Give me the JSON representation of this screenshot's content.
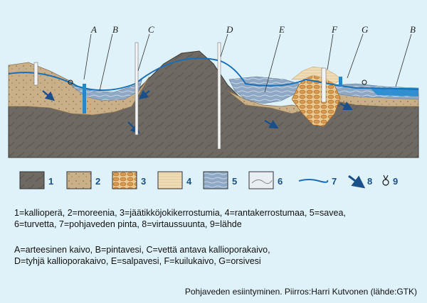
{
  "labels": {
    "wells": [
      {
        "letter": "A"
      },
      {
        "letter": "B"
      },
      {
        "letter": "C"
      },
      {
        "letter": "D"
      },
      {
        "letter": "E"
      },
      {
        "letter": "F"
      },
      {
        "letter": "G"
      },
      {
        "letter": "B"
      }
    ]
  },
  "legend": [
    {
      "num": "1",
      "name": "bedrock"
    },
    {
      "num": "2",
      "name": "moraine"
    },
    {
      "num": "3",
      "name": "glaciofluvial"
    },
    {
      "num": "4",
      "name": "shore-deposit"
    },
    {
      "num": "5",
      "name": "clay"
    },
    {
      "num": "6",
      "name": "peat"
    },
    {
      "num": "7",
      "name": "water-table"
    },
    {
      "num": "8",
      "name": "flow-direction"
    },
    {
      "num": "9",
      "name": "spring"
    }
  ],
  "caption": {
    "line1": "1=kallioperä, 2=moreenia, 3=jäätikköjokikerrostumia, 4=rantakerrostumaa, 5=savea,",
    "line2": "6=turvetta, 7=pohjaveden pinta, 8=virtaussuunta, 9=lähde",
    "line3": "A=arteesinen kaivo, B=pintavesi, C=vettä antava kallioporakaivo,",
    "line4": "D=tyhjä kallioporakaivo, E=salpavesi, F=kuilukaivo, G=orsivesi"
  },
  "credit": "Pohjaveden esiintyminen. Piirros:Harri Kutvonen (lähde:GTK)",
  "colors": {
    "background": "#dff1f9",
    "bedrock": "#6e6a63",
    "moraine": "#c9b089",
    "glaciofluvial": "#d89a4e",
    "shore": "#efdcb6",
    "clay": "#8fa8c4",
    "water": "#2f8fd0",
    "arrow": "#1b4f8a"
  }
}
